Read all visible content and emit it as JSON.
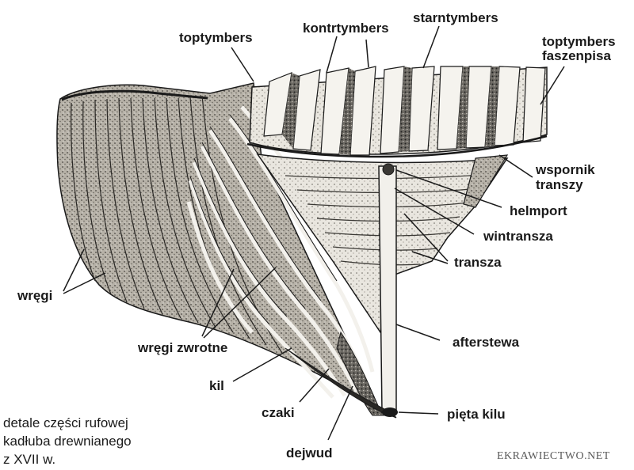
{
  "labels": {
    "toptymbers": "toptymbers",
    "kontrtymbers": "kontrtymbers",
    "starntymbers": "starntymbers",
    "toptymbers_faszenpisa_line1": "toptymbers",
    "toptymbers_faszenpisa_line2": "faszenpisa",
    "wspornik_line1": "wspornik",
    "wspornik_line2": "transzy",
    "helmport": "helmport",
    "wintransza": "wintransza",
    "transza": "transza",
    "wregi": "wręgi",
    "wregi_zwrotne": "wręgi zwrotne",
    "afterstewa": "afterstewa",
    "kil": "kil",
    "czaki": "czaki",
    "pieta_kilu": "pięta kilu",
    "dejwud": "dejwud"
  },
  "caption": {
    "line1": "detale części rufowej",
    "line2": "kadłuba drewnianego",
    "line3": "z XVII w."
  },
  "watermark": "EKRAWIECTWO.NET",
  "colors": {
    "ink": "#1a1a1a",
    "wood_light": "#e6e2d9",
    "wood_mid": "#a8a399",
    "wood_dark": "#3c3a36",
    "background": "#ffffff"
  }
}
